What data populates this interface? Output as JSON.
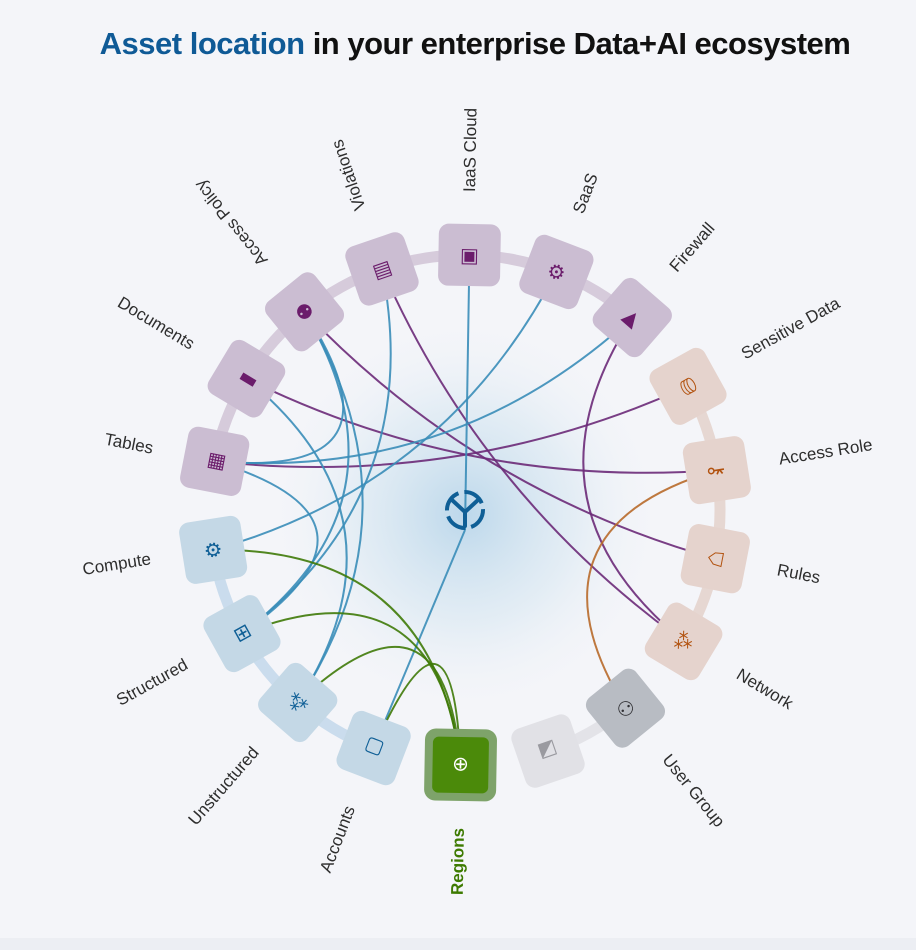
{
  "title": {
    "accent": "Asset location",
    "rest": "in your enterprise Data+AI ecosystem"
  },
  "hub": {
    "icon": "hub-network-icon"
  },
  "colors": {
    "purple": {
      "bg": "#cbbdd2",
      "icon": "#6b1c6b",
      "ring": "#d6cbdb",
      "edge": "#6b2a78"
    },
    "orange": {
      "bg": "#e5d3cd",
      "icon": "#b2520f",
      "ring": "#e6d7d2",
      "edge": "#b86a2a"
    },
    "blue": {
      "bg": "#c4d8e6",
      "icon": "#0f5f96",
      "ring": "#cadced",
      "edge": "#3a8db8"
    },
    "green": {
      "bg": "#4b8a0a",
      "icon": "#ffffff",
      "ring": "#7ea36a",
      "edge": "#3f7a08"
    },
    "grey": {
      "bg": "#b8bcc3",
      "icon": "#2f2f33",
      "ring": "#e3e3e8",
      "edge": "#888888"
    },
    "lightgrey": {
      "bg": "#e1e1e6",
      "icon": "#9a9aa0",
      "ring": "#e3e3e8",
      "edge": "#aaaaaa"
    }
  },
  "nodes": [
    {
      "id": "tables",
      "label": "Tables",
      "group": "purple",
      "icon": "table-icon"
    },
    {
      "id": "documents",
      "label": "Documents",
      "group": "purple",
      "icon": "document-icon"
    },
    {
      "id": "access-policy",
      "label": "Access Policy",
      "group": "purple",
      "icon": "access-policy-icon"
    },
    {
      "id": "violations",
      "label": "Violations",
      "group": "purple",
      "icon": "violations-icon"
    },
    {
      "id": "iaas-cloud",
      "label": "IaaS Cloud",
      "group": "purple",
      "icon": "cloud-server-icon"
    },
    {
      "id": "saas",
      "label": "SaaS",
      "group": "purple",
      "icon": "cloud-gear-icon"
    },
    {
      "id": "firewall",
      "label": "Firewall",
      "group": "purple",
      "icon": "firewall-icon"
    },
    {
      "id": "sensitive-data",
      "label": "Sensitive Data",
      "group": "orange",
      "icon": "sensitive-data-icon"
    },
    {
      "id": "access-role",
      "label": "Access Role",
      "group": "orange",
      "icon": "key-icon"
    },
    {
      "id": "rules",
      "label": "Rules",
      "group": "orange",
      "icon": "shield-rules-icon"
    },
    {
      "id": "network",
      "label": "Network",
      "group": "orange",
      "icon": "network-icon"
    },
    {
      "id": "user-group",
      "label": "User Group",
      "group": "grey",
      "icon": "user-group-icon"
    },
    {
      "id": "unlabeled",
      "label": null,
      "group": "lightgrey",
      "icon": "identity-card-icon"
    },
    {
      "id": "regions",
      "label": "Regions",
      "group": "green",
      "icon": "globe-icon",
      "highlight": true
    },
    {
      "id": "accounts",
      "label": "Accounts",
      "group": "blue",
      "icon": "accounts-icon"
    },
    {
      "id": "unstructured",
      "label": "Unstructured",
      "group": "blue",
      "icon": "unstructured-icon"
    },
    {
      "id": "structured",
      "label": "Structured",
      "group": "blue",
      "icon": "structured-icon"
    },
    {
      "id": "compute",
      "label": "Compute",
      "group": "blue",
      "icon": "chip-icon"
    }
  ],
  "edges": [
    {
      "from": "tables",
      "to": "sensitive-data",
      "color": "purple"
    },
    {
      "from": "documents",
      "to": "access-role",
      "color": "purple"
    },
    {
      "from": "access-policy",
      "to": "rules",
      "color": "purple"
    },
    {
      "from": "violations",
      "to": "network",
      "color": "purple"
    },
    {
      "from": "firewall",
      "to": "network",
      "color": "purple"
    },
    {
      "from": "tables",
      "to": "access-policy",
      "color": "blue"
    },
    {
      "from": "tables",
      "to": "structured",
      "color": "blue"
    },
    {
      "from": "documents",
      "to": "unstructured",
      "color": "blue"
    },
    {
      "from": "access-policy",
      "to": "structured",
      "color": "blue"
    },
    {
      "from": "access-policy",
      "to": "unstructured",
      "color": "blue"
    },
    {
      "from": "violations",
      "to": "structured",
      "color": "blue"
    },
    {
      "from": "iaas-cloud",
      "to": "hub",
      "color": "blue"
    },
    {
      "from": "saas",
      "to": "compute",
      "color": "blue"
    },
    {
      "from": "firewall",
      "to": "tables",
      "color": "blue"
    },
    {
      "from": "accounts",
      "to": "hub",
      "color": "blue"
    },
    {
      "from": "regions",
      "to": "compute",
      "color": "green"
    },
    {
      "from": "regions",
      "to": "structured",
      "color": "green"
    },
    {
      "from": "regions",
      "to": "unstructured",
      "color": "green"
    },
    {
      "from": "regions",
      "to": "accounts",
      "color": "green"
    },
    {
      "from": "user-group",
      "to": "access-role",
      "color": "orange"
    }
  ]
}
